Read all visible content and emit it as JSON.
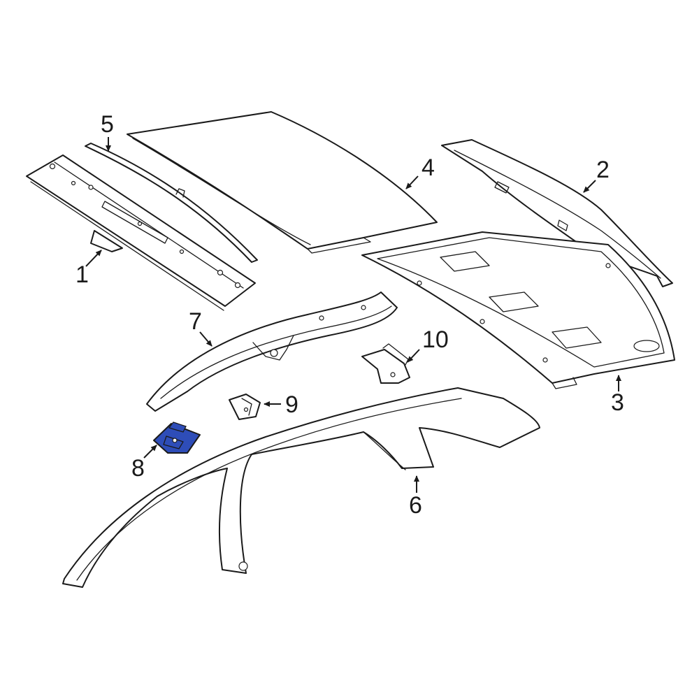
{
  "diagram": {
    "highlight_color": "#2e4db8",
    "line_color": "#1a1a1a",
    "highlighted_part": "8"
  },
  "callouts": [
    {
      "id": "c1",
      "label": "1"
    },
    {
      "id": "c2",
      "label": "2"
    },
    {
      "id": "c3",
      "label": "3"
    },
    {
      "id": "c4",
      "label": "4"
    },
    {
      "id": "c5",
      "label": "5"
    },
    {
      "id": "c6",
      "label": "6"
    },
    {
      "id": "c7",
      "label": "7"
    },
    {
      "id": "c8",
      "label": "8"
    },
    {
      "id": "c9",
      "label": "9"
    },
    {
      "id": "c10",
      "label": "10"
    }
  ]
}
